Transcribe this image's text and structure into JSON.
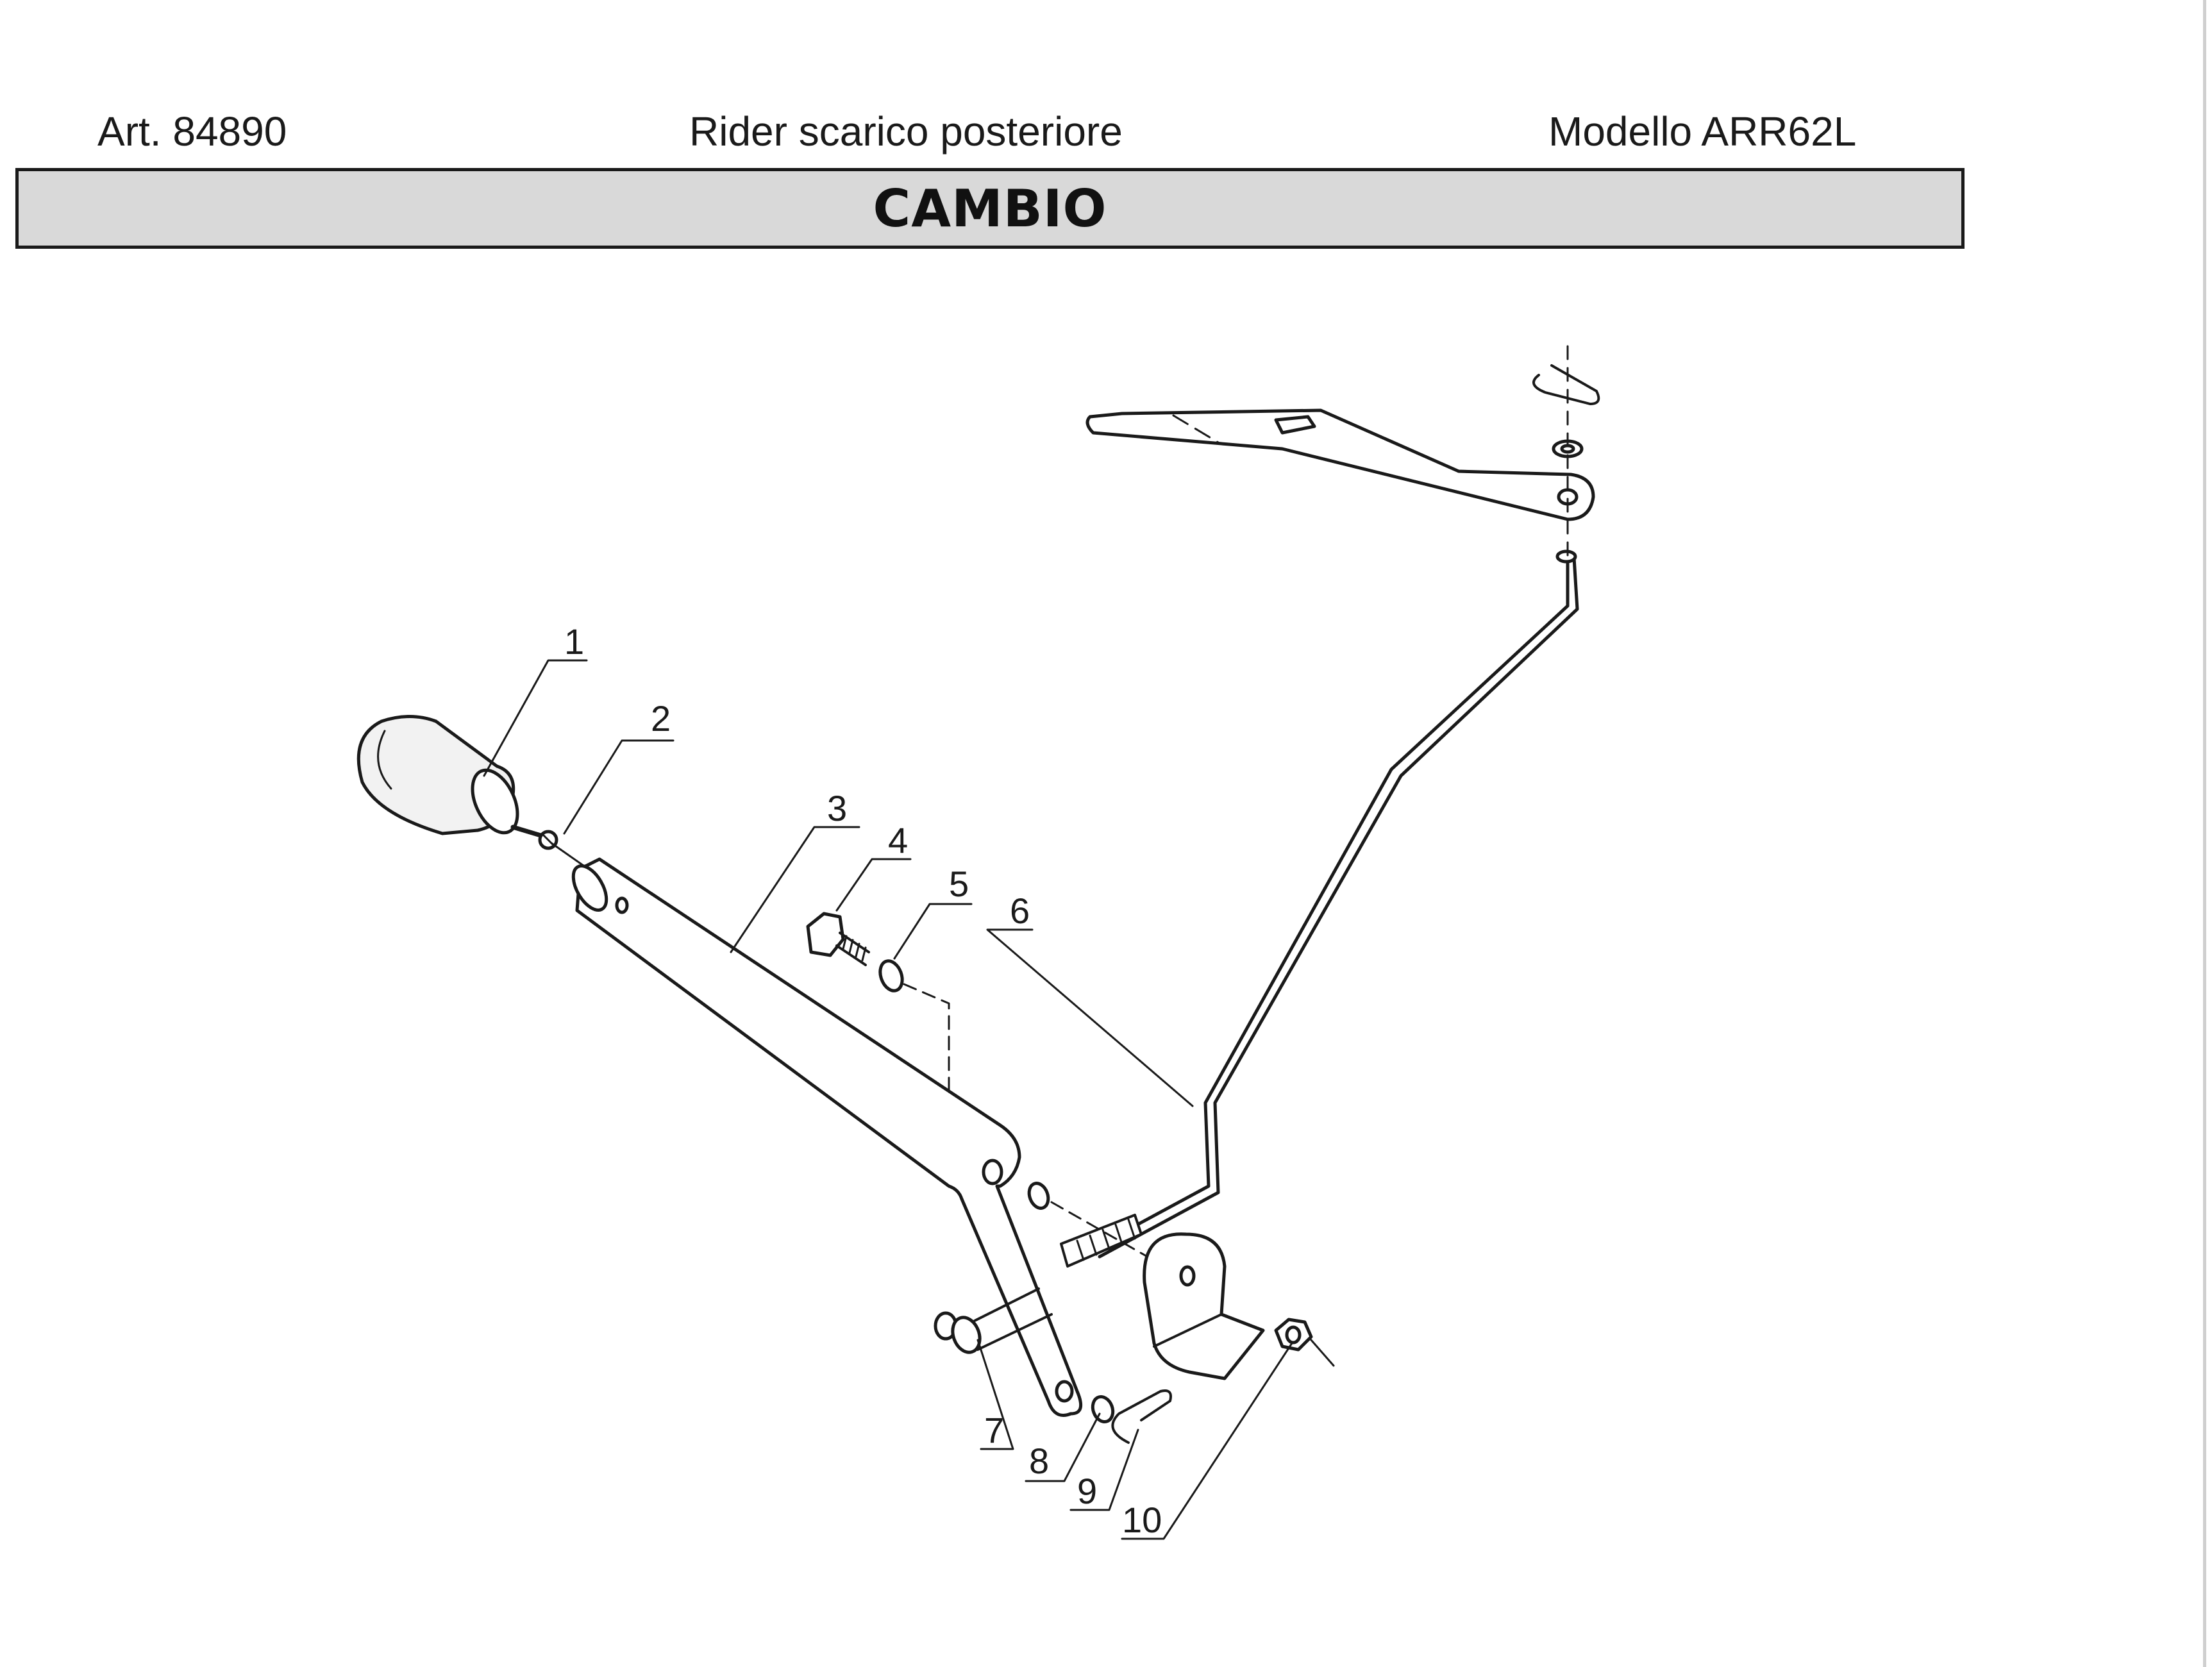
{
  "header": {
    "article": "Art. 84890",
    "description": "Rider scarico posteriore",
    "model": "Modello ARR62L"
  },
  "section_title": "CAMBIO",
  "callouts": [
    "1",
    "2",
    "3",
    "4",
    "5",
    "6",
    "7",
    "8",
    "9",
    "10"
  ]
}
